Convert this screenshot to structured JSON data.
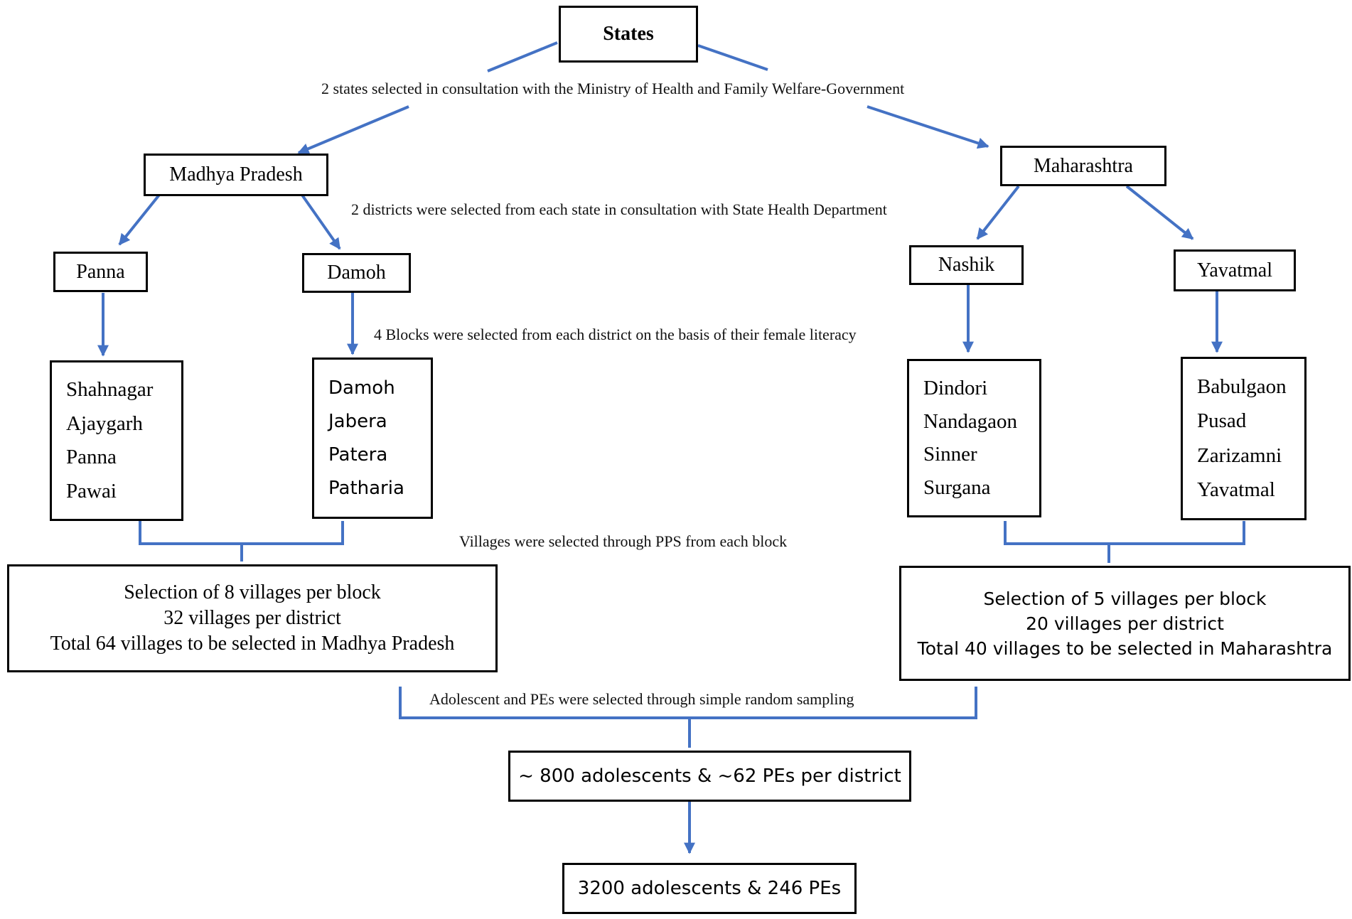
{
  "root": {
    "label": "States"
  },
  "notes": {
    "states_selected": "2 states selected in consultation with the Ministry of Health and Family Welfare-Government",
    "districts_selected": "2 districts were selected from each state in consultation with State Health Department",
    "blocks_selected": "4 Blocks were selected from each district on the basis of their female literacy",
    "villages_selected": "Villages were selected through PPS from each block",
    "participants_selected": "Adolescent and PEs were selected through simple random sampling"
  },
  "states": [
    {
      "name": "Madhya Pradesh",
      "districts": [
        {
          "name": "Panna",
          "blocks": [
            "Shahnagar",
            "Ajaygarh",
            "Panna",
            "Pawai"
          ]
        },
        {
          "name": "Damoh",
          "blocks": [
            "Damoh",
            "Jabera",
            "Patera",
            "Patharia"
          ]
        }
      ],
      "villages_summary": [
        "Selection of 8 villages per block",
        "32 villages per district",
        "Total 64 villages to be selected in Madhya Pradesh"
      ]
    },
    {
      "name": "Maharashtra",
      "districts": [
        {
          "name": "Nashik",
          "blocks": [
            "Dindori",
            "Nandagaon",
            "Sinner",
            "Surgana"
          ]
        },
        {
          "name": "Yavatmal",
          "blocks": [
            "Babulgaon",
            "Pusad",
            "Zarizamni",
            "Yavatmal"
          ]
        }
      ],
      "villages_summary": [
        "Selection of 5 villages per block",
        "20 villages per district",
        "Total 40 villages to be selected in Maharashtra"
      ]
    }
  ],
  "per_district": {
    "label": "~ 800 adolescents & ~62 PEs per district"
  },
  "total": {
    "label": "3200 adolescents & 246 PEs"
  },
  "colors": {
    "connector": "#4472c4",
    "border": "#000000"
  }
}
